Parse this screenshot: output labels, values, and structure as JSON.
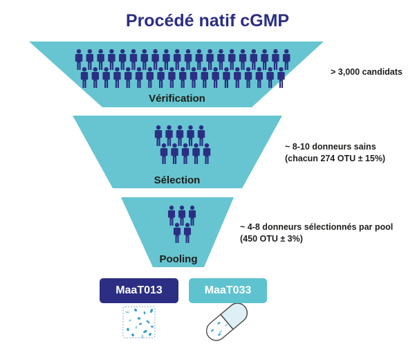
{
  "title": "Procédé natif cGMP",
  "stages": [
    {
      "label": "Vérification",
      "note": "> 3,000 candidats"
    },
    {
      "label": "Sélection",
      "note_lines": [
        "~ 8-10 donneurs sains",
        "(chacun 274 OTU ± 15%)"
      ]
    },
    {
      "label": "Pooling",
      "note_lines": [
        "~ 4-8 donneurs sélectionnés par pool",
        "(450 OTU ± 3%)"
      ]
    }
  ],
  "products": [
    {
      "label": "MaaT013",
      "icon": "bacteria-pouch-icon"
    },
    {
      "label": "MaaT033",
      "icon": "capsule-icon"
    }
  ],
  "colors": {
    "title": "#2b2e83",
    "funnel": "#66c5d0",
    "person": "#2b2e83",
    "maat013": "#2b2e83",
    "maat033": "#5ec3cf",
    "bacteria": "#3a9fd0"
  }
}
